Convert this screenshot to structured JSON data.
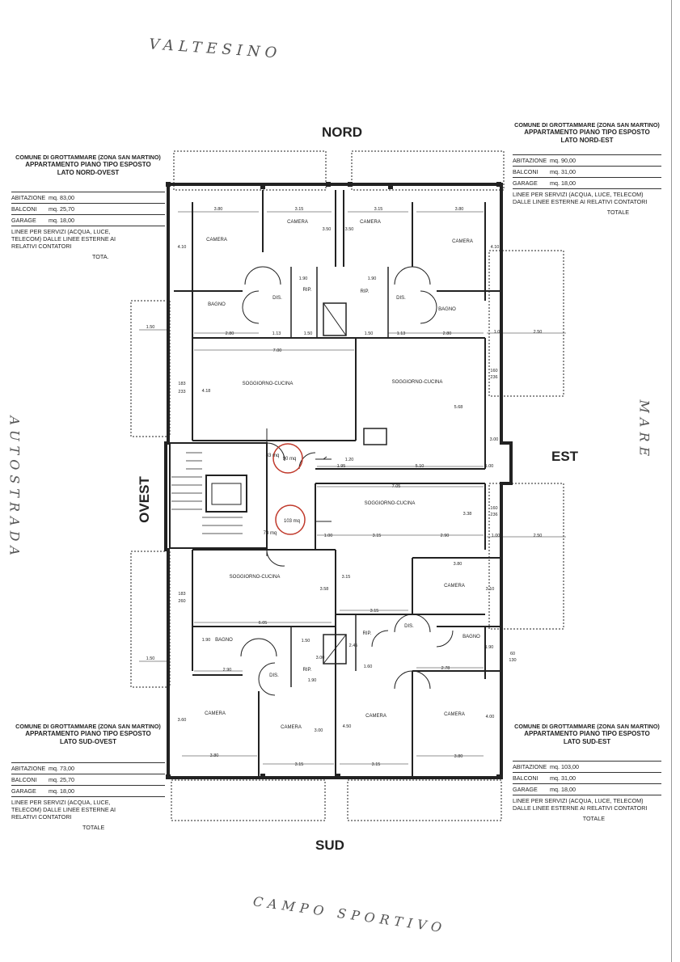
{
  "handwritten": {
    "top": "VALTESINO",
    "left": "AUTOSTRADA",
    "right": "MARE",
    "bottom": "CAMPO SPORTIVO"
  },
  "compass": {
    "north": "NORD",
    "south": "SUD",
    "east": "EST",
    "west": "OVEST"
  },
  "infoboxes": {
    "nw": {
      "comune": "COMUNE DI GROTTAMMARE (ZONA SAN MARTINO)",
      "title": "APPARTAMENTO PIANO TIPO ESPOSTO",
      "side": "LATO NORD-OVEST",
      "rows": [
        {
          "label": "ABITAZIONE",
          "unit": "mq.",
          "value": "83,00"
        },
        {
          "label": "BALCONI",
          "unit": "mq.",
          "value": "25,70"
        },
        {
          "label": "GARAGE",
          "unit": "mq.",
          "value": "18,00"
        }
      ],
      "note": "LINEE PER SERVIZI (ACQUA, LUCE, TELECOM) DALLE LINEE ESTERNE AI RELATIVI CONTATORI",
      "total": "TOTA."
    },
    "ne": {
      "comune": "COMUNE DI GROTTAMMARE (ZONA SAN MARTINO)",
      "title": "APPARTAMENTO PIANO TIPO ESPOSTO",
      "side": "LATO NORD-EST",
      "rows": [
        {
          "label": "ABITAZIONE",
          "unit": "mq.",
          "value": "90,00"
        },
        {
          "label": "BALCONI",
          "unit": "mq.",
          "value": "31,00"
        },
        {
          "label": "GARAGE",
          "unit": "mq.",
          "value": "18,00"
        }
      ],
      "note": "LINEE PER SERVIZI (ACQUA, LUCE, TELECOM) DALLE LINEE ESTERNE AI RELATIVI CONTATORI",
      "total": "TOTALE"
    },
    "sw": {
      "comune": "COMUNE DI GROTTAMMARE (ZONA SAN MARTINO)",
      "title": "APPARTAMENTO PIANO TIPO ESPOSTO",
      "side": "LATO SUD-OVEST",
      "rows": [
        {
          "label": "ABITAZIONE",
          "unit": "mq.",
          "value": "73,00"
        },
        {
          "label": "BALCONI",
          "unit": "mq.",
          "value": "25,70"
        },
        {
          "label": "GARAGE",
          "unit": "mq.",
          "value": "18,00"
        }
      ],
      "note": "LINEE PER SERVIZI (ACQUA, LUCE, TELECOM) DALLE LINEE ESTERNE AI RELATIVI CONTATORI",
      "total": "TOTALE"
    },
    "se": {
      "comune": "COMUNE DI GROTTAMMARE (ZONA SAN MARTINO)",
      "title": "APPARTAMENTO PIANO TIPO ESPOSTO",
      "side": "LATO SUD-EST",
      "rows": [
        {
          "label": "ABITAZIONE",
          "unit": "mq.",
          "value": "103,00"
        },
        {
          "label": "BALCONI",
          "unit": "mq.",
          "value": "31,00"
        },
        {
          "label": "GARAGE",
          "unit": "mq.",
          "value": "18,00"
        }
      ],
      "note": "LINEE PER SERVIZI (ACQUA, LUCE, TELECOM) DALLE LINEE ESTERNE AI RELATIVI CONTATORI",
      "total": "TOTALE"
    }
  },
  "rooms": {
    "camera": "CAMERA",
    "bagno": "BAGNO",
    "dis": "DIS.",
    "rip": "RIP.",
    "soggiorno": "SOGGIORNO-CUCINA"
  },
  "areas": {
    "a83": "83 mq",
    "a90": "90 mq",
    "a103": "103 mq",
    "a73": "73 mq"
  },
  "dims": {
    "d380": "3.80",
    "d315": "3.15",
    "d350": "3.50",
    "d410": "4.10",
    "d190": "1.90",
    "d280": "2.80",
    "d113": "1.13",
    "d150": "1.50",
    "d700": "7.00",
    "d418": "4.18",
    "d568": "5.68",
    "d300": "3.00",
    "d195": "1.95",
    "d510": "5.10",
    "d100": "1.00",
    "d705": "7.05",
    "d338": "3.38",
    "d290": "2.90",
    "d250": "2.50",
    "d358": "3.58",
    "d605": "6.05",
    "d310": "3.10",
    "d245": "2.45",
    "d160": "1.60",
    "d278": "2.78",
    "d360": "3.60",
    "d450": "4.50",
    "d400": "4.00",
    "d120": "1.20",
    "d130": "130",
    "d60": "60",
    "d183": "183",
    "d233": "233",
    "d160b": "160",
    "d236": "236",
    "d260": "260"
  }
}
